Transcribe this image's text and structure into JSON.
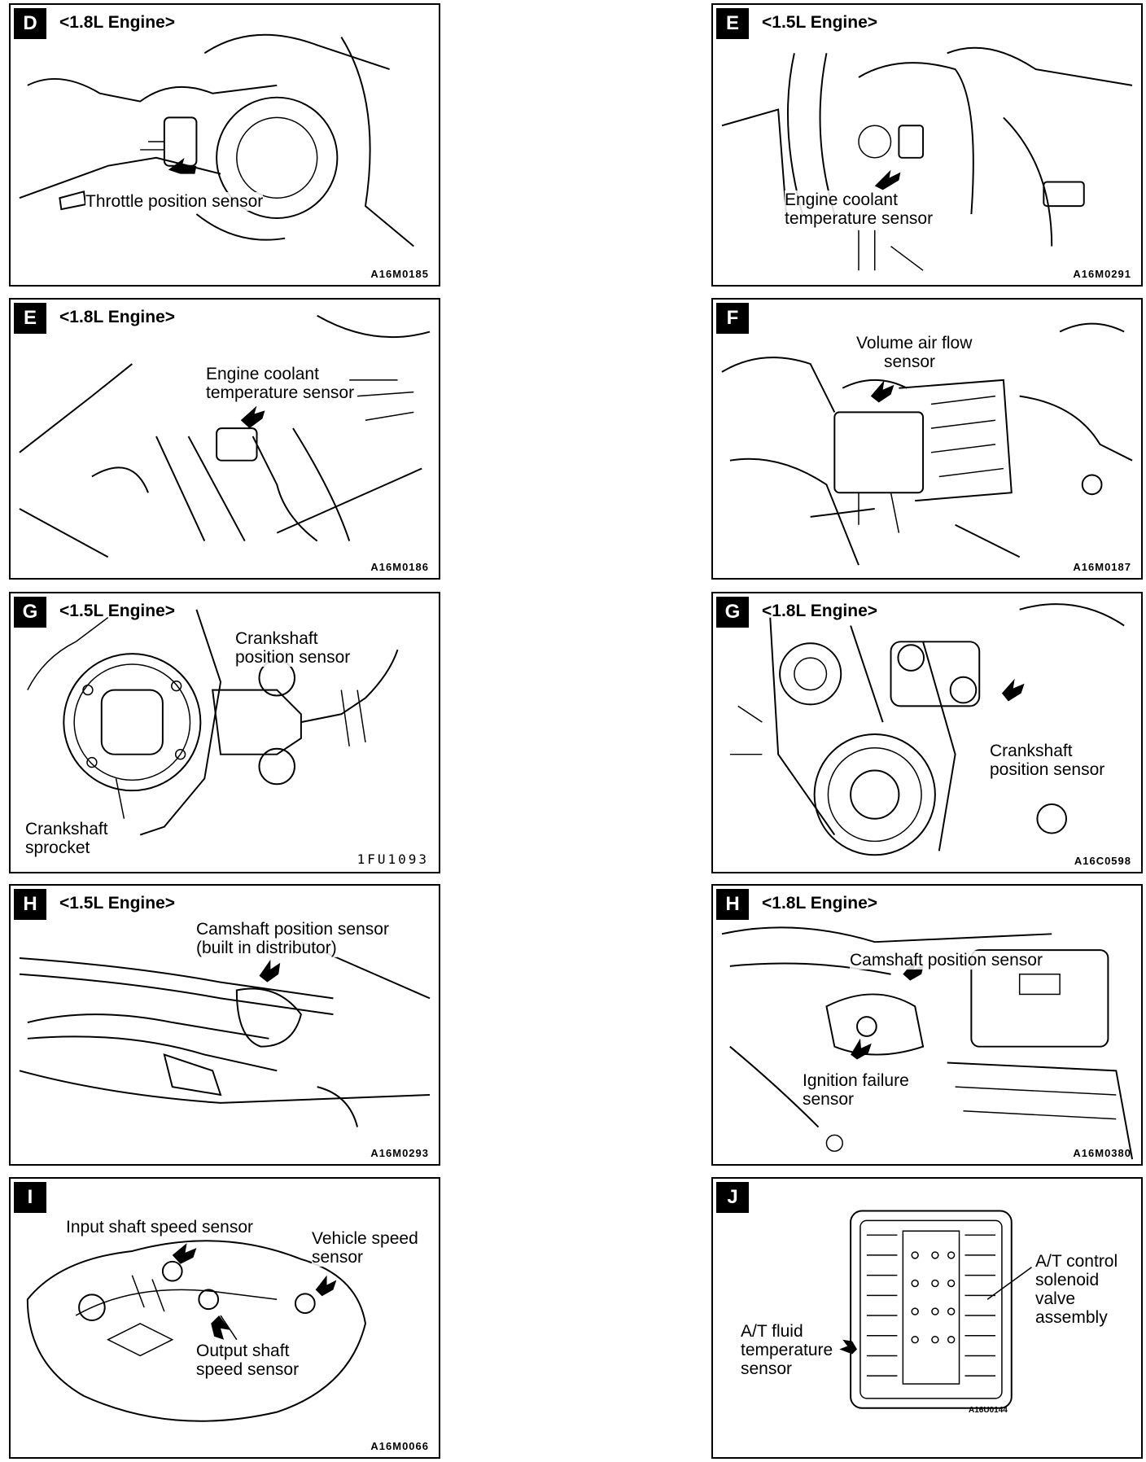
{
  "panels": [
    {
      "letter": "D",
      "engine": "<1.8L Engine>",
      "labels": [
        "Throttle position sensor"
      ],
      "code": "A16M0185"
    },
    {
      "letter": "E",
      "engine": "<1.5L Engine>",
      "labels": [
        "Engine coolant",
        "temperature sensor"
      ],
      "code": "A16M0291"
    },
    {
      "letter": "E",
      "engine": "<1.8L Engine>",
      "labels": [
        "Engine coolant",
        "temperature sensor"
      ],
      "code": "A16M0186"
    },
    {
      "letter": "F",
      "engine": "",
      "labels": [
        "Volume air flow",
        "sensor"
      ],
      "code": "A16M0187"
    },
    {
      "letter": "G",
      "engine": "<1.5L Engine>",
      "labels": [
        "Crankshaft",
        "position sensor",
        "Crankshaft",
        "sprocket"
      ],
      "code": "1FU1093"
    },
    {
      "letter": "G",
      "engine": "<1.8L Engine>",
      "labels": [
        "Crankshaft",
        "position sensor"
      ],
      "code": "A16C0598"
    },
    {
      "letter": "H",
      "engine": "<1.5L Engine>",
      "labels": [
        "Camshaft position sensor",
        "(built in distributor)"
      ],
      "code": "A16M0293"
    },
    {
      "letter": "H",
      "engine": "<1.8L Engine>",
      "labels": [
        "Camshaft position sensor",
        "Ignition failure",
        "sensor"
      ],
      "code": "A16M0380"
    },
    {
      "letter": "I",
      "engine": "",
      "labels": [
        "Input shaft speed sensor",
        "Vehicle speed",
        "sensor",
        "Output shaft",
        "speed sensor"
      ],
      "code": "A16M0066"
    },
    {
      "letter": "J",
      "engine": "",
      "labels": [
        "A/T control",
        "solenoid",
        "valve",
        "assembly",
        "A/T fluid",
        "temperature",
        "sensor"
      ],
      "code": "A16U0144"
    }
  ]
}
